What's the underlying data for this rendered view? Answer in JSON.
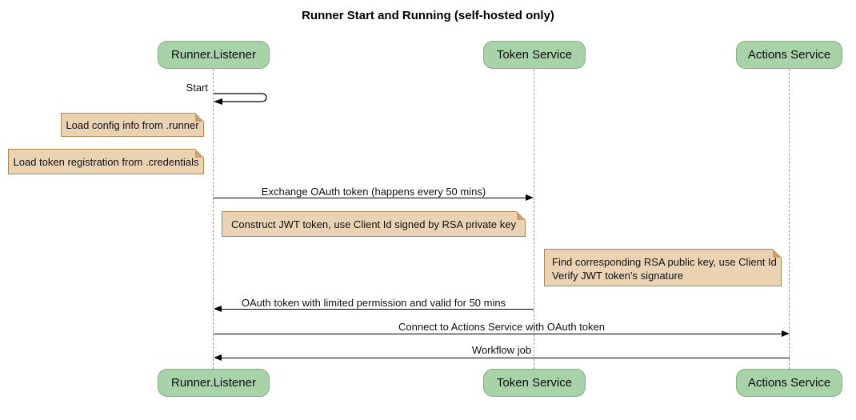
{
  "diagram": {
    "type": "sequence"
  },
  "title": "Runner Start and Running (self-hosted only)",
  "participants": [
    {
      "label": "Runner.Listener"
    },
    {
      "label": "Token Service"
    },
    {
      "label": "Actions Service"
    }
  ],
  "messages": [
    {
      "label": "Start",
      "type": "self",
      "from": "Runner.Listener",
      "to": "Runner.Listener"
    },
    {
      "label": "Exchange OAuth token (happens every 50 mins)",
      "type": "solid-arrow",
      "from": "Runner.Listener",
      "to": "Token Service"
    },
    {
      "label": "OAuth token with limited permission and valid for 50 mins",
      "type": "solid-arrow",
      "from": "Token Service",
      "to": "Runner.Listener"
    },
    {
      "label": "Connect to Actions Service with OAuth token",
      "type": "solid-arrow",
      "from": "Runner.Listener",
      "to": "Actions Service"
    },
    {
      "label": "Workflow job",
      "type": "solid-arrow",
      "from": "Actions Service",
      "to": "Runner.Listener"
    }
  ],
  "notes": [
    {
      "lines": [
        "Load config info from .runner"
      ]
    },
    {
      "lines": [
        "Load token registration from .credentials"
      ]
    },
    {
      "lines": [
        "Construct JWT token, use Client Id signed by RSA private key"
      ]
    },
    {
      "lines": [
        "Find corresponding RSA public key, use Client Id",
        "Verify JWT token's signature"
      ]
    }
  ],
  "colors": {
    "participant_fill": "#a8d2a8",
    "participant_border": "#84ad84",
    "note_fill": "#ead3b3",
    "note_border": "#ad8655",
    "lifeline": "#9a9a9a",
    "arrow": "#000000",
    "background": "#ffffff"
  }
}
